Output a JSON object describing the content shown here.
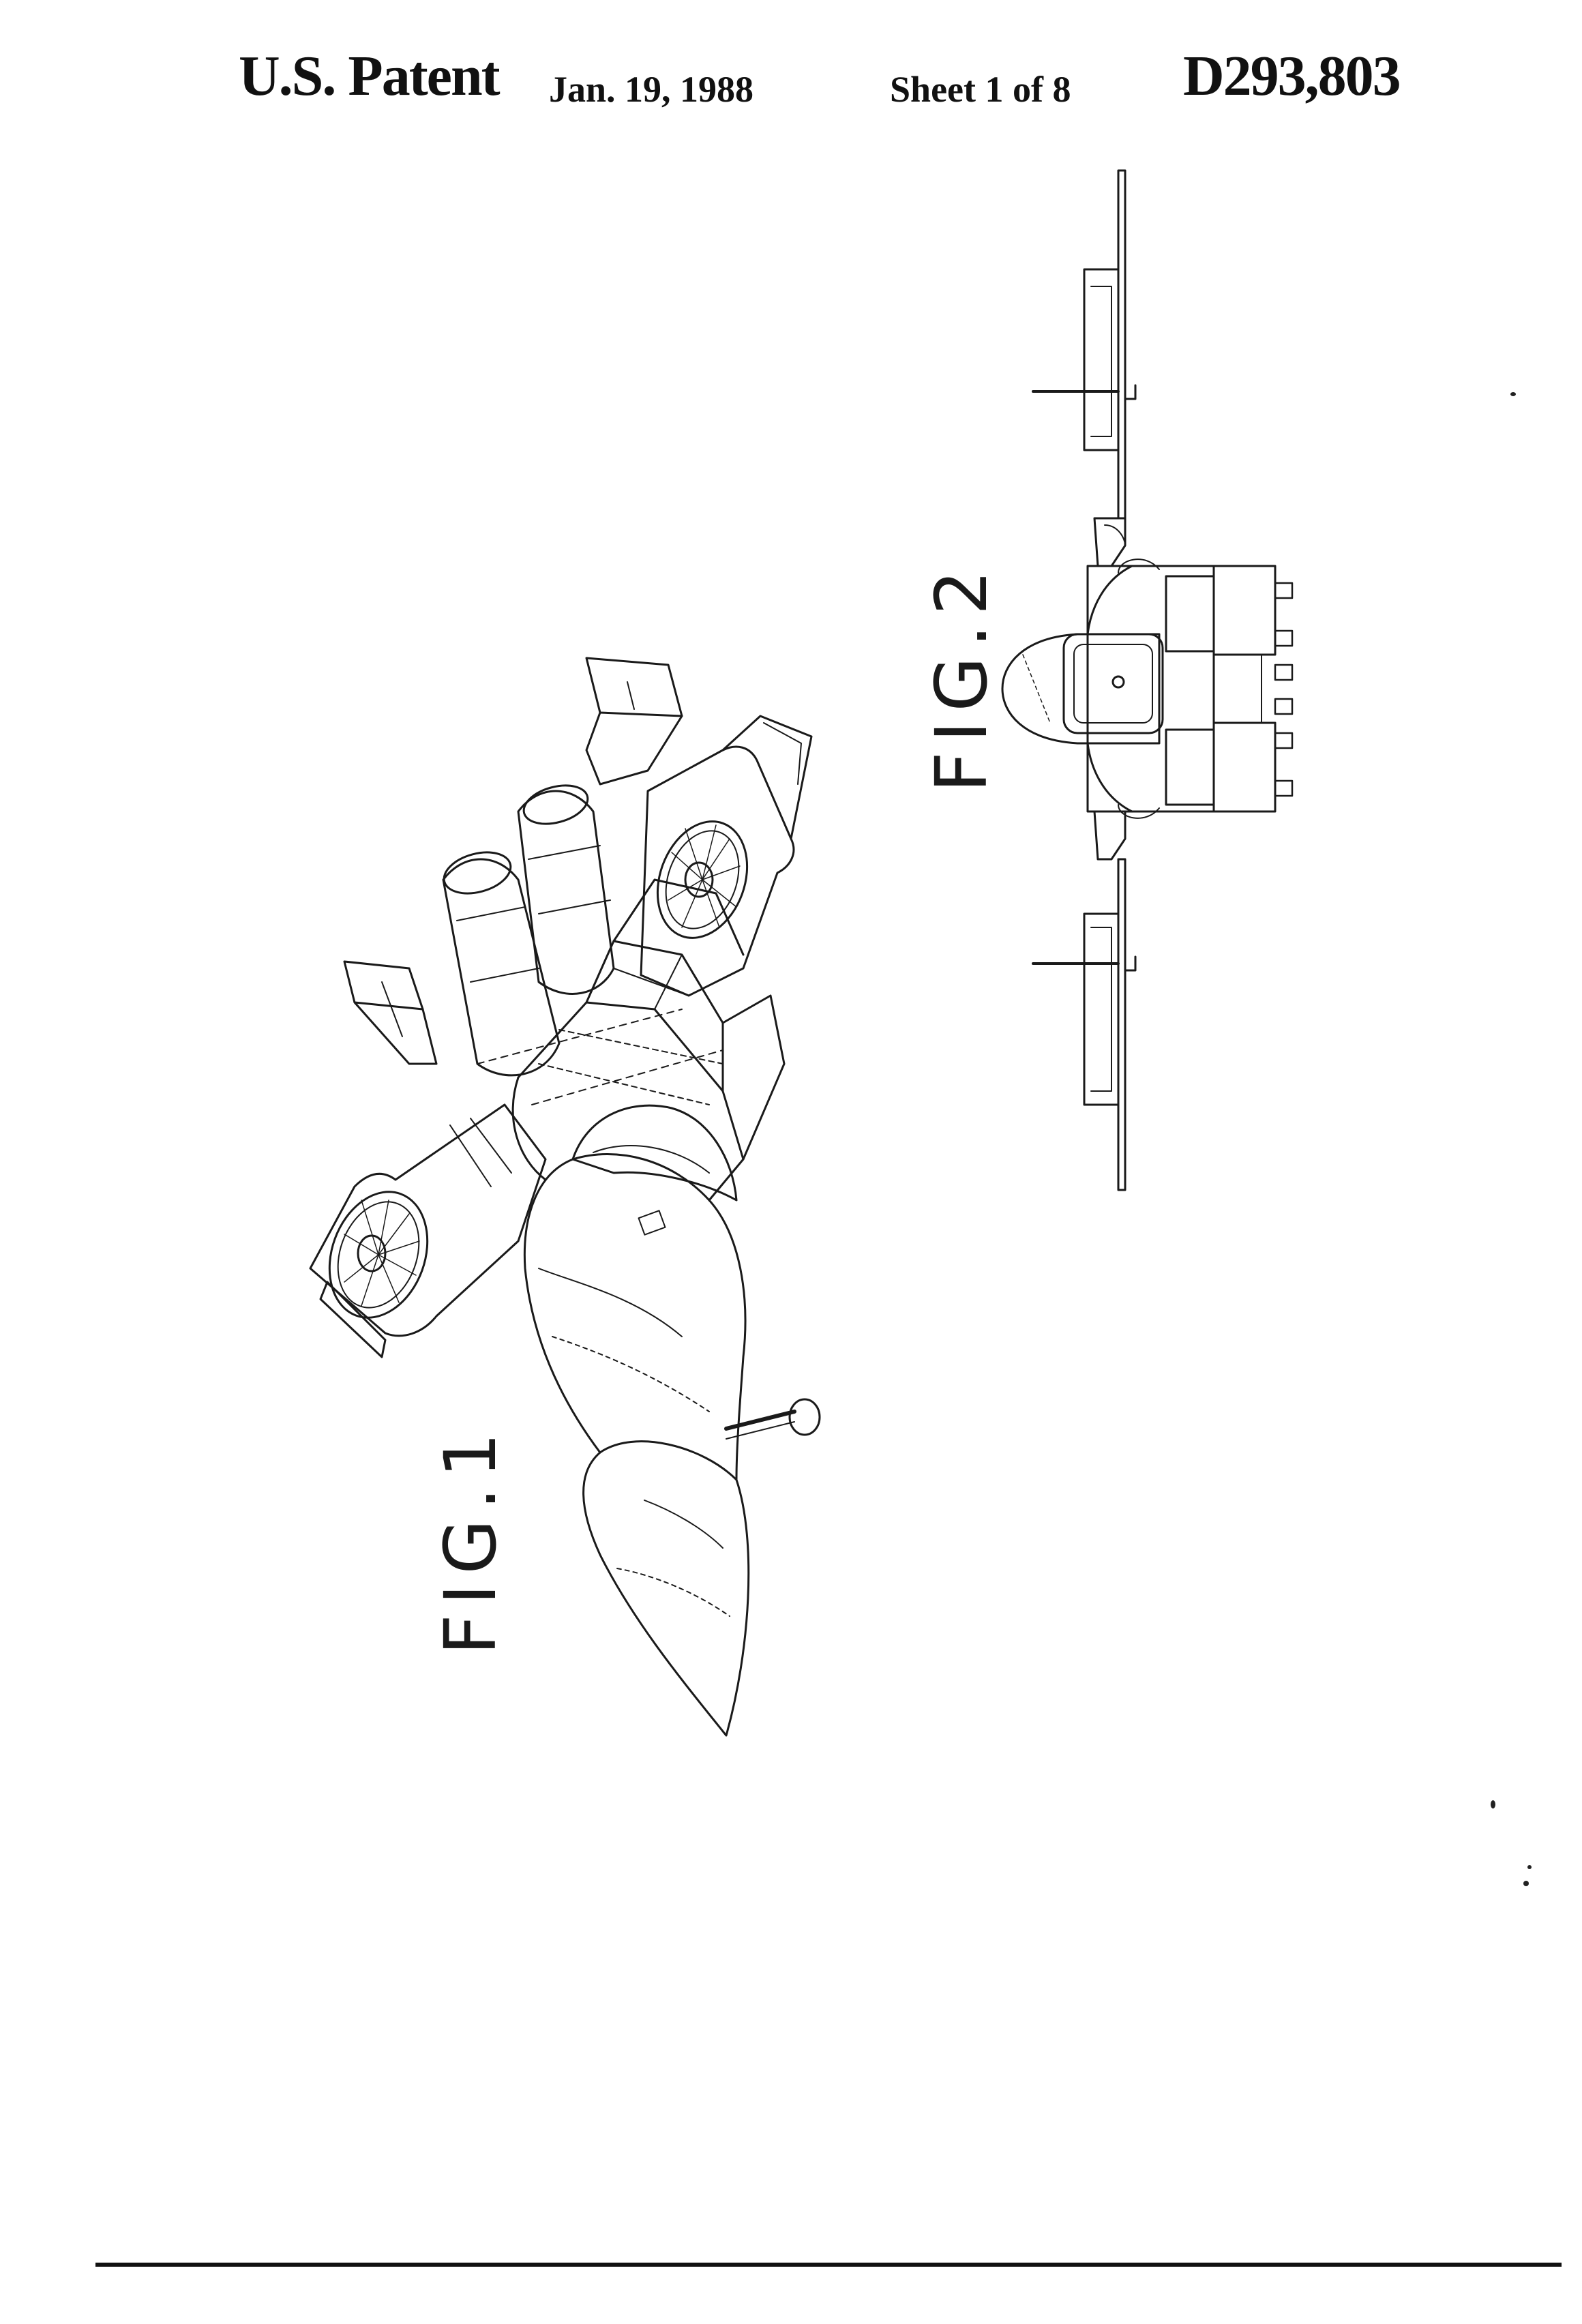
{
  "header": {
    "title": "U.S. Patent",
    "date": "Jan. 19, 1988",
    "sheet": "Sheet 1 of 8",
    "patent_number": "D293,803"
  },
  "figures": [
    {
      "label": "FIG.1"
    },
    {
      "label": "FIG.2"
    }
  ],
  "colors": {
    "ink": "#111111",
    "paper": "#ffffff"
  }
}
